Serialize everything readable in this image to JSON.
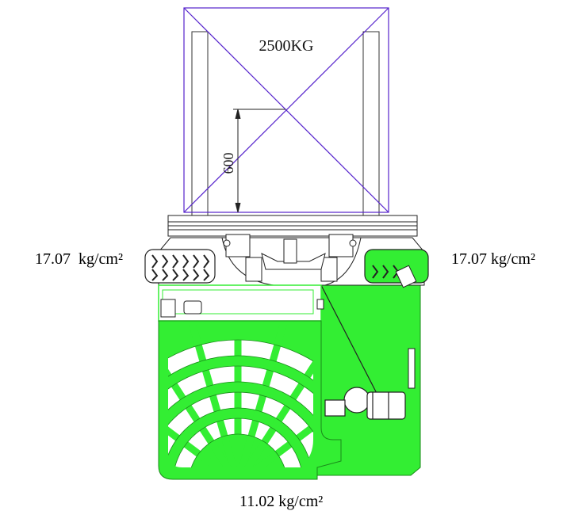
{
  "diagram": {
    "load_label": "2500KG",
    "load_center_dimension": "600",
    "pressure_front_left": "17.07  kg/cm²",
    "pressure_front_right": "17.07 kg/cm²",
    "pressure_rear": "11.02 kg/cm²"
  },
  "colors": {
    "body_green": "#33ee33",
    "pallet_outline": "#5522cc",
    "line": "#222222"
  }
}
